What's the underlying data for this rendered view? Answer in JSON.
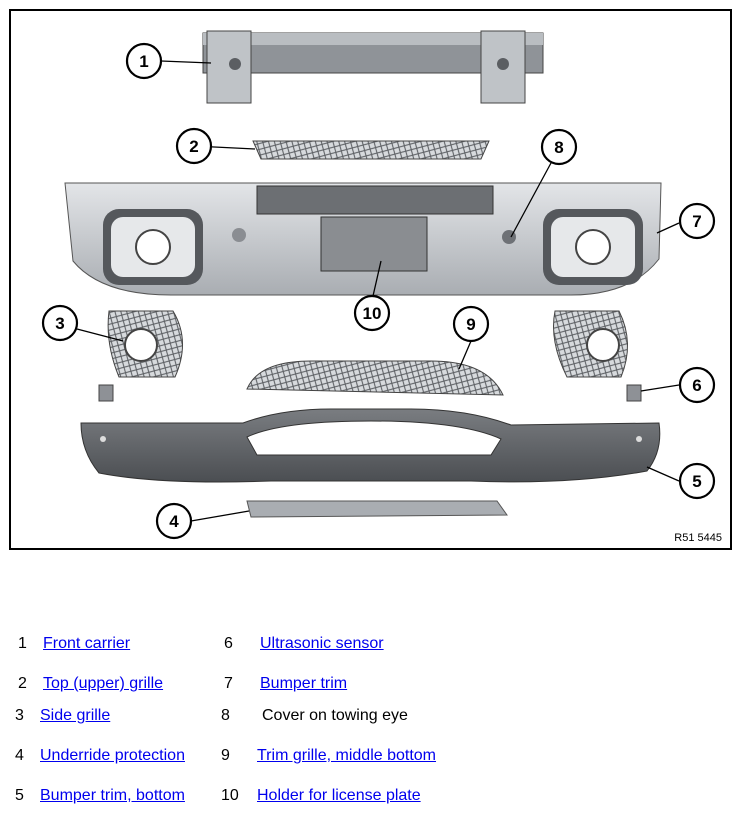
{
  "figure": {
    "reference": "R51 5445",
    "callouts": [
      "1",
      "2",
      "3",
      "4",
      "5",
      "6",
      "7",
      "8",
      "9",
      "10"
    ]
  },
  "legend": [
    {
      "num": "1",
      "label": "Front carrier",
      "link": true
    },
    {
      "num": "2",
      "label": "Top (upper) grille",
      "link": true
    },
    {
      "num": "3",
      "label": "Side grille",
      "link": true
    },
    {
      "num": "4",
      "label": "Underride protection",
      "link": true
    },
    {
      "num": "5",
      "label": "Bumper trim, bottom",
      "link": true
    },
    {
      "num": "6",
      "label": "Ultrasonic sensor",
      "link": true
    },
    {
      "num": "7",
      "label": "Bumper trim",
      "link": true
    },
    {
      "num": "8",
      "label": "Cover on towing eye",
      "link": false
    },
    {
      "num": "9",
      "label": "Trim grille, middle bottom",
      "link": true
    },
    {
      "num": "10",
      "label": "Holder for license plate",
      "link": true
    }
  ],
  "colors": {
    "link": "#0000ee",
    "part_fill": "#c9cdd2",
    "part_dark": "#6e7176"
  }
}
